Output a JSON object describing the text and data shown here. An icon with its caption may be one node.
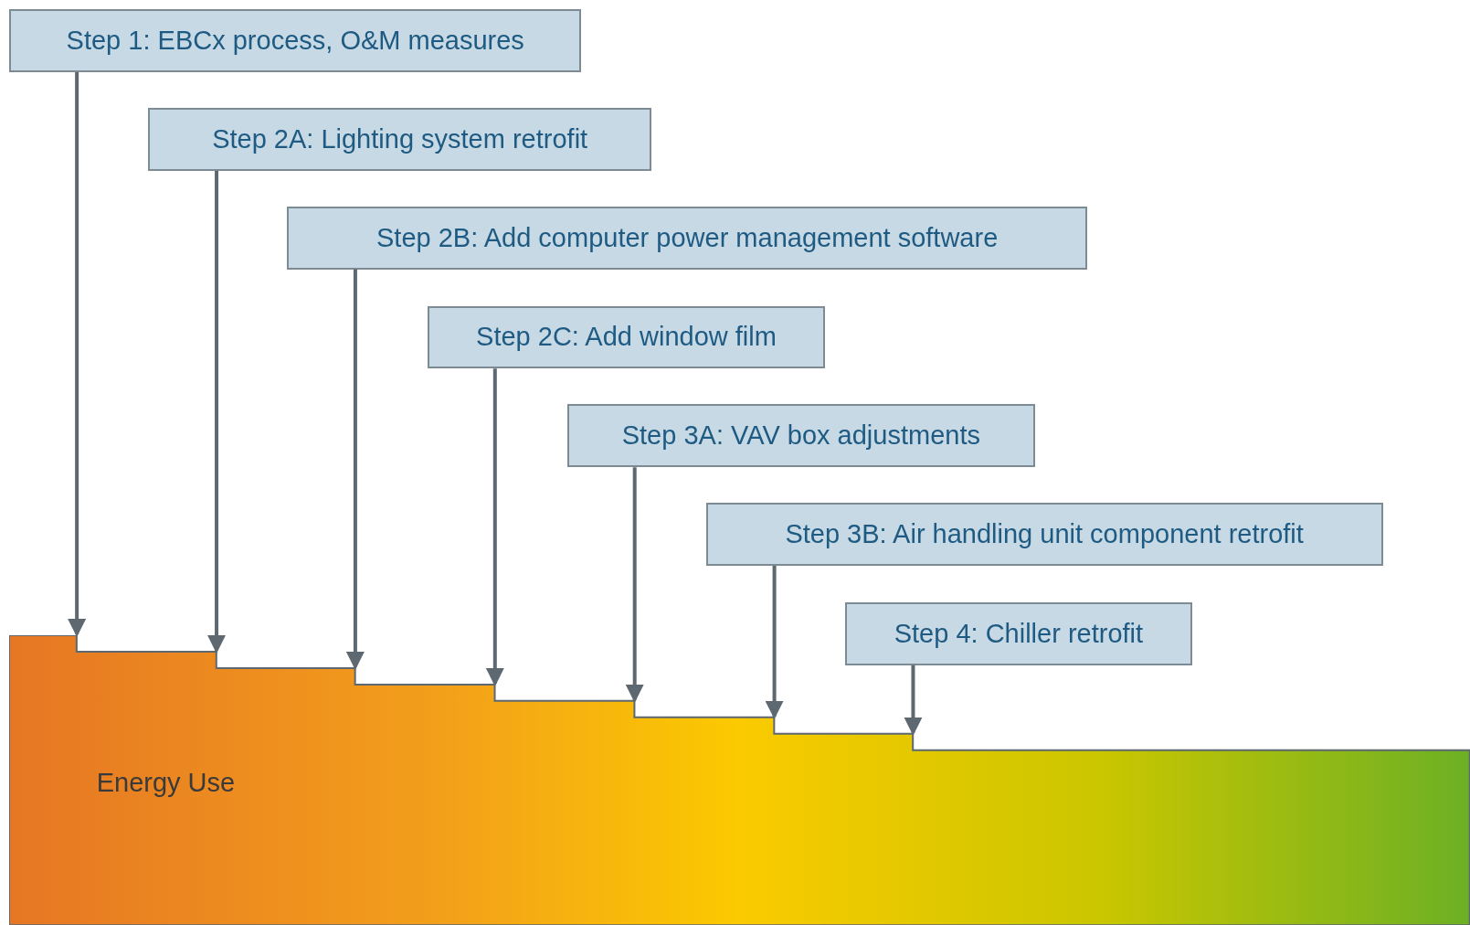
{
  "diagram": {
    "nodes": [
      {
        "text": [
          "Step 1: EBCx process, O&M measures"
        ]
      },
      {
        "text": [
          "Step 2A: Lighting system retrofit"
        ]
      },
      {
        "text": [
          "Step 2B: Add computer power management software"
        ]
      },
      {
        "text": [
          "Step 2C: Add window film"
        ]
      },
      {
        "text": [
          "Step 3A: VAV box adjustments"
        ]
      },
      {
        "text": [
          "Step 3B: Air handling unit component retrofit"
        ]
      },
      {
        "text": [
          "Step 4: Chiller retrofit"
        ]
      },
      {
        "text": [
          "Energy Use"
        ]
      }
    ],
    "edges": [
      {
        "from": 0,
        "to": 7,
        "arrow": "to"
      },
      {
        "from": 1,
        "to": 7,
        "arrow": "to"
      },
      {
        "from": 2,
        "to": 7,
        "arrow": "to"
      },
      {
        "from": 3,
        "to": 7,
        "arrow": "to"
      },
      {
        "from": 4,
        "to": 7,
        "arrow": "to"
      },
      {
        "from": 5,
        "to": 7,
        "arrow": "to"
      },
      {
        "from": 6,
        "to": 7,
        "arrow": "to"
      }
    ]
  }
}
